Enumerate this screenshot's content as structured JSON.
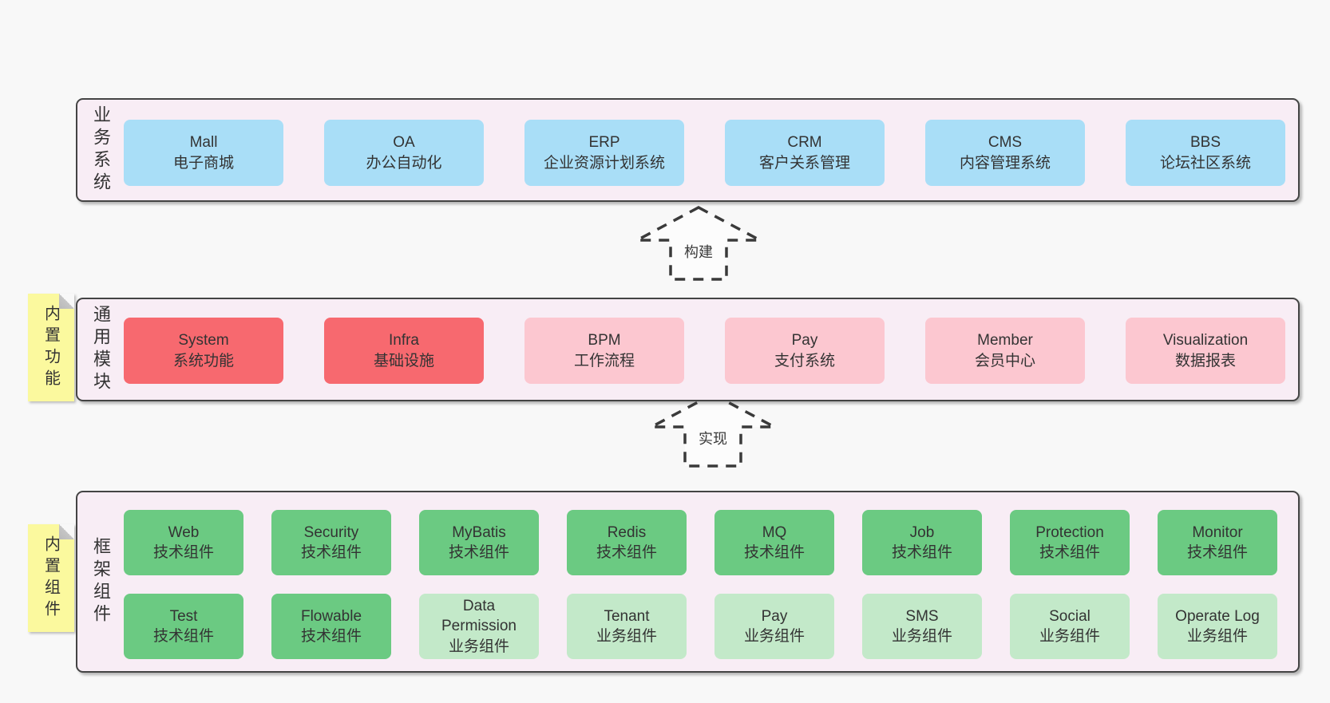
{
  "layers": [
    {
      "id": "business-systems",
      "title": "业务系统",
      "boxes": [
        {
          "name": "Mall",
          "subtitle": "电子商城",
          "style": "blue"
        },
        {
          "name": "OA",
          "subtitle": "办公自动化",
          "style": "blue"
        },
        {
          "name": "ERP",
          "subtitle": "企业资源计划系统",
          "style": "blue"
        },
        {
          "name": "CRM",
          "subtitle": "客户关系管理",
          "style": "blue"
        },
        {
          "name": "CMS",
          "subtitle": "内容管理系统",
          "style": "blue"
        },
        {
          "name": "BBS",
          "subtitle": "论坛社区系统",
          "style": "blue"
        }
      ]
    },
    {
      "id": "common-modules",
      "title": "通用模块",
      "sticky": "内置功能",
      "boxes": [
        {
          "name": "System",
          "subtitle": "系统功能",
          "style": "red"
        },
        {
          "name": "Infra",
          "subtitle": "基础设施",
          "style": "red"
        },
        {
          "name": "BPM",
          "subtitle": "工作流程",
          "style": "pink"
        },
        {
          "name": "Pay",
          "subtitle": "支付系统",
          "style": "pink"
        },
        {
          "name": "Member",
          "subtitle": "会员中心",
          "style": "pink"
        },
        {
          "name": "Visualization",
          "subtitle": "数据报表",
          "style": "pink"
        }
      ]
    },
    {
      "id": "framework-components",
      "title": "框架组件",
      "sticky": "内置组件",
      "rows": [
        [
          {
            "name": "Web",
            "subtitle": "技术组件",
            "style": "green"
          },
          {
            "name": "Security",
            "subtitle": "技术组件",
            "style": "green"
          },
          {
            "name": "MyBatis",
            "subtitle": "技术组件",
            "style": "green"
          },
          {
            "name": "Redis",
            "subtitle": "技术组件",
            "style": "green"
          },
          {
            "name": "MQ",
            "subtitle": "技术组件",
            "style": "green"
          },
          {
            "name": "Job",
            "subtitle": "技术组件",
            "style": "green"
          },
          {
            "name": "Protection",
            "subtitle": "技术组件",
            "style": "green"
          },
          {
            "name": "Monitor",
            "subtitle": "技术组件",
            "style": "green"
          }
        ],
        [
          {
            "name": "Test",
            "subtitle": "技术组件",
            "style": "green"
          },
          {
            "name": "Flowable",
            "subtitle": "技术组件",
            "style": "green"
          },
          {
            "name": "Data Permission",
            "subtitle": "业务组件",
            "style": "lightgreen"
          },
          {
            "name": "Tenant",
            "subtitle": "业务组件",
            "style": "lightgreen"
          },
          {
            "name": "Pay",
            "subtitle": "业务组件",
            "style": "lightgreen"
          },
          {
            "name": "SMS",
            "subtitle": "业务组件",
            "style": "lightgreen"
          },
          {
            "name": "Social",
            "subtitle": "业务组件",
            "style": "lightgreen"
          },
          {
            "name": "Operate Log",
            "subtitle": "业务组件",
            "style": "lightgreen"
          }
        ]
      ]
    }
  ],
  "arrows": [
    {
      "label": "构建"
    },
    {
      "label": "实现"
    }
  ],
  "colors": {
    "page_bg": "#f8f8f8",
    "layer_bg": "#f8edf5",
    "layer_border": "#444444",
    "blue_box": "#a9def7",
    "red_box": "#f7696f",
    "pink_box": "#fcc7d0",
    "green_box": "#6bca82",
    "light_green_box": "#c3e9c9",
    "sticky_note": "#fbf99e",
    "text": "#333333"
  }
}
